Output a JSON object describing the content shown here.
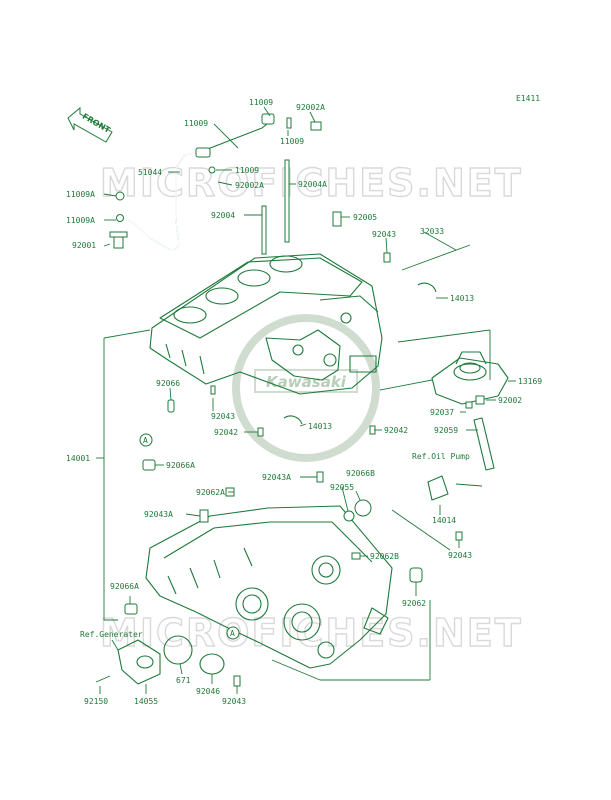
{
  "diagram_code": "E1411",
  "front_arrow_label": "FRONT",
  "watermark_text": "MICROFICHES.NET",
  "center_logo": "Kawasaki",
  "colors": {
    "ink": "#1f7a3a",
    "watermark": "#d9d9d9",
    "background": "#ffffff"
  },
  "labels": {
    "l11009_top": "11009",
    "l92002a_top": "92002A",
    "l11009_a": "11009",
    "l11009_b": "11009",
    "l51044": "51044",
    "l11009_c": "11009",
    "l92002a_b": "92002A",
    "l92004a": "92004A",
    "l11009a_1": "11009A",
    "l11009a_2": "11009A",
    "l92001": "92001",
    "l92004": "92004",
    "l92005": "92005",
    "l92043_a": "92043",
    "l32033": "32033",
    "l14013_a": "14013",
    "l13169": "13169",
    "l92066": "92066",
    "l92043_b": "92043",
    "l92037": "92037",
    "l92002": "92002",
    "l92042_a": "92042",
    "l14013_b": "14013",
    "l92042_b": "92042",
    "l92059": "92059",
    "l14001": "14001",
    "l92066a_a": "92066A",
    "ref_oil_pump": "Ref.Oil Pump",
    "l92043a_a": "92043A",
    "l92066b": "92066B",
    "l92062a": "92062A",
    "l92055": "92055",
    "l92043a_b": "92043A",
    "l14014": "14014",
    "l92062b": "92062B",
    "l92043_c": "92043",
    "l92066a_b": "92066A",
    "l92062": "92062",
    "ref_generator": "Ref.Generater",
    "l671": "671",
    "l92150": "92150",
    "l14055": "14055",
    "l92046": "92046",
    "l92043_d": "92043",
    "marker_a_1": "A",
    "marker_a_2": "A"
  }
}
